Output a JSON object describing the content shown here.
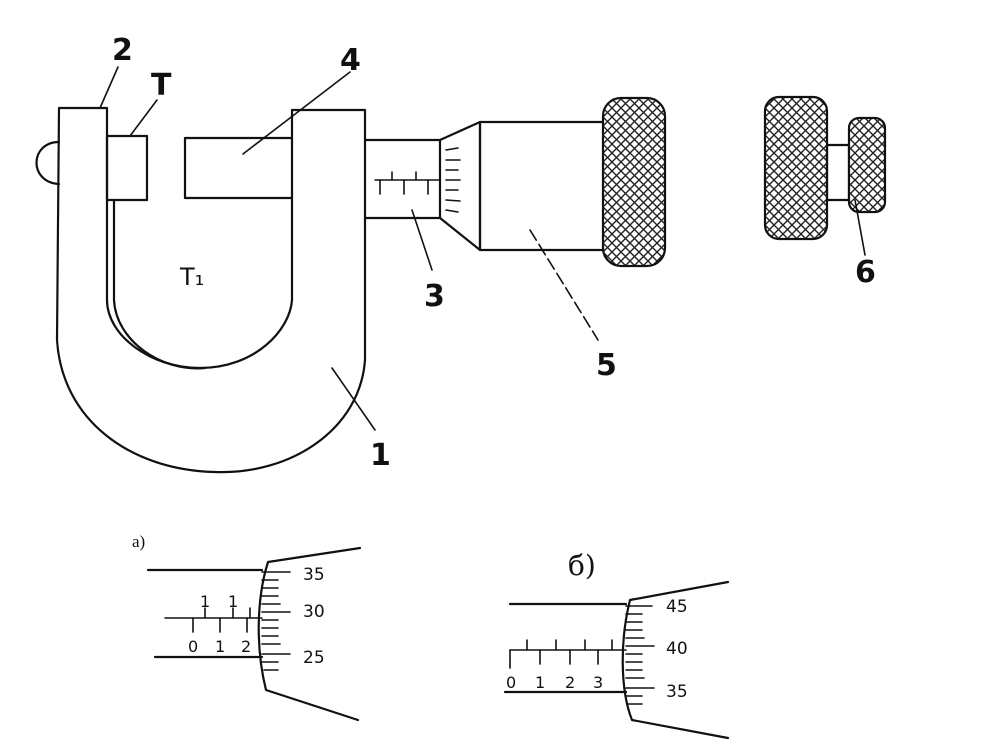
{
  "diagram": {
    "callouts": {
      "frame": "1",
      "anvil": "2",
      "stem": "3",
      "spindle": "4",
      "thimble": "5",
      "ratchet": "6",
      "point_t": "T",
      "point_t1": "T₁"
    },
    "subfigure_a": {
      "label": "а)",
      "sleeve_upper_ticks": [
        "1",
        "1"
      ],
      "sleeve_lower_ticks": [
        "0",
        "1",
        "2"
      ],
      "thimble_ticks": [
        "35",
        "30",
        "25"
      ]
    },
    "subfigure_b": {
      "label": "б)",
      "sleeve_lower_ticks": [
        "0",
        "1",
        "2",
        "3"
      ],
      "thimble_ticks": [
        "45",
        "40",
        "35"
      ]
    }
  }
}
